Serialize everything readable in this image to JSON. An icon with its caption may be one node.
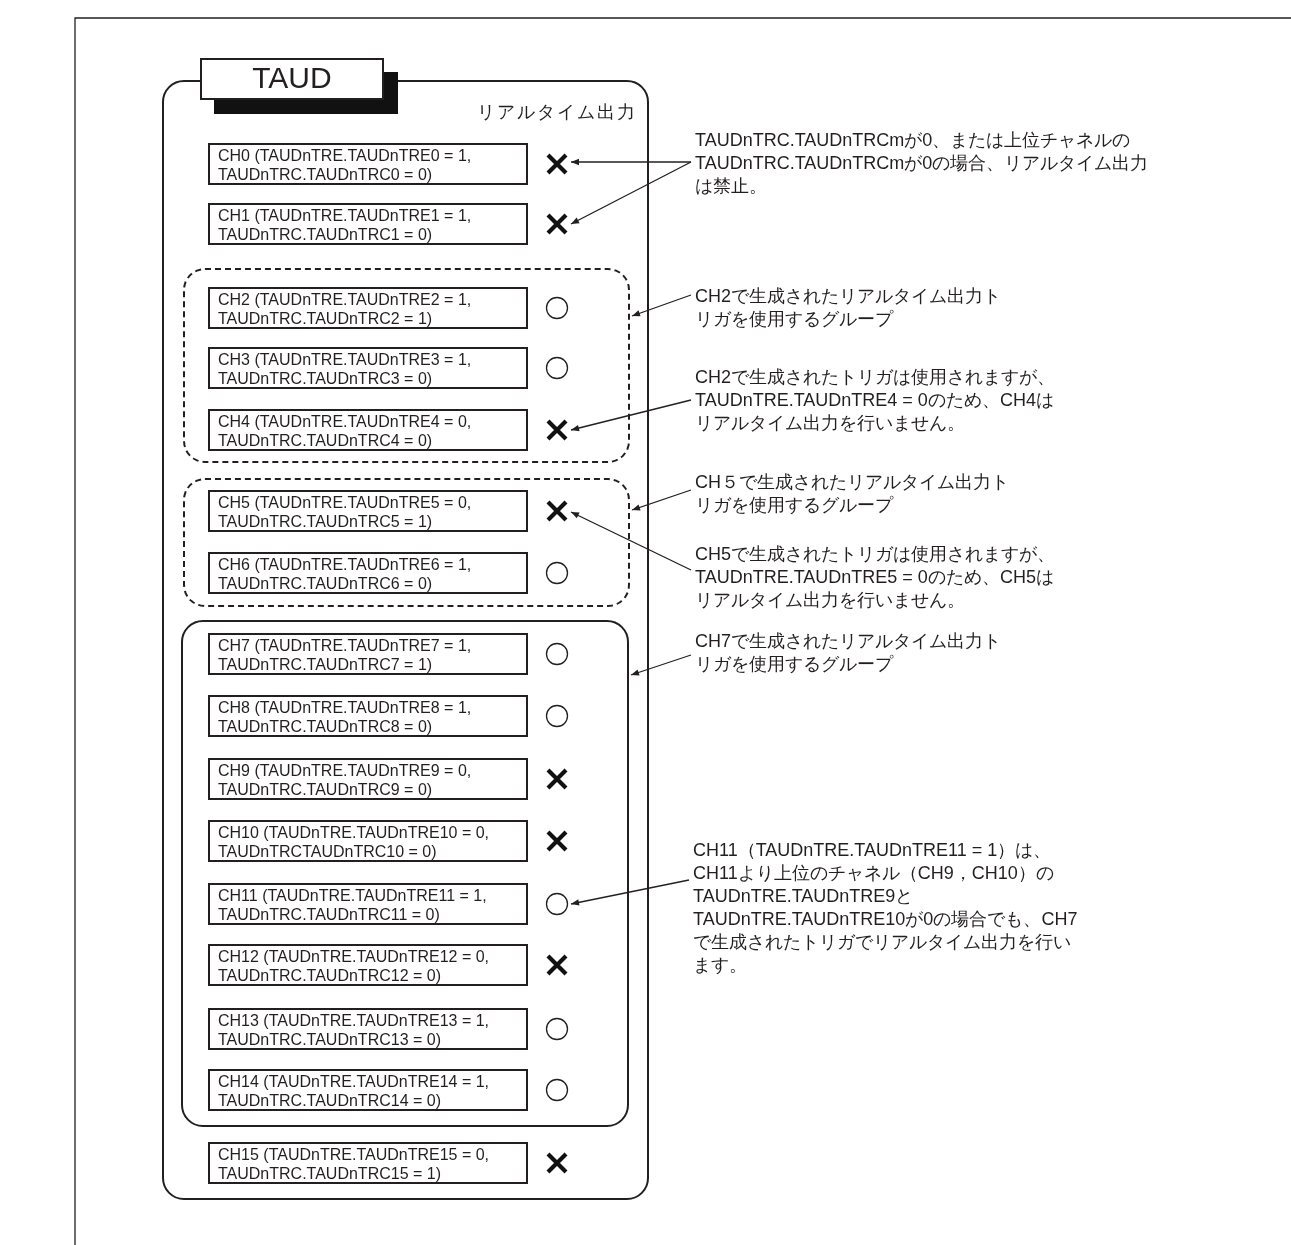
{
  "diagram": {
    "nodes": [
      {
        "text": [
          "TAUD",
          "リアルタイム出力"
        ]
      },
      {
        "text": [
          "CH0 (TAUDnTRE.TAUDnTRE0 = 1, TAUDnTRC.TAUDnTRC0 = 0)"
        ],
        "in": 0
      },
      {
        "text": [],
        "shape": "cross",
        "in": 0
      },
      {
        "text": [
          "CH1 (TAUDnTRE.TAUDnTRE1 = 1, TAUDnTRC.TAUDnTRC1 = 0)"
        ],
        "in": 0
      },
      {
        "text": [],
        "shape": "cross",
        "in": 0
      },
      {
        "text": [],
        "shape": "box",
        "in": 0
      },
      {
        "text": [
          "CH2 (TAUDnTRE.TAUDnTRE2 = 1, TAUDnTRC.TAUDnTRC2 = 1)"
        ],
        "in": 5
      },
      {
        "text": [],
        "shape": "circle",
        "in": 5
      },
      {
        "text": [
          "CH3 (TAUDnTRE.TAUDnTRE3 = 1, TAUDnTRC.TAUDnTRC3 = 0)"
        ],
        "in": 5
      },
      {
        "text": [],
        "shape": "circle",
        "in": 5
      },
      {
        "text": [
          "CH4 (TAUDnTRE.TAUDnTRE4 = 0, TAUDnTRC.TAUDnTRC4 = 0)"
        ],
        "in": 5
      },
      {
        "text": [],
        "shape": "cross",
        "in": 5
      },
      {
        "text": [],
        "shape": "box",
        "in": 0
      },
      {
        "text": [
          "CH5 (TAUDnTRE.TAUDnTRE5 = 0, TAUDnTRC.TAUDnTRC5 = 1)"
        ],
        "in": 12
      },
      {
        "text": [],
        "shape": "cross",
        "in": 12
      },
      {
        "text": [
          "CH6 (TAUDnTRE.TAUDnTRE6 = 1, TAUDnTRC.TAUDnTRC6 = 0)"
        ],
        "in": 12
      },
      {
        "text": [],
        "shape": "circle",
        "in": 12
      },
      {
        "text": [],
        "shape": "box",
        "in": 0
      },
      {
        "text": [
          "CH7 (TAUDnTRE.TAUDnTRE7 = 1, TAUDnTRC.TAUDnTRC7 = 1)"
        ],
        "in": 17
      },
      {
        "text": [],
        "shape": "circle",
        "in": 17
      },
      {
        "text": [
          "CH8 (TAUDnTRE.TAUDnTRE8 = 1, TAUDnTRC.TAUDnTRC8 = 0)"
        ],
        "in": 17
      },
      {
        "text": [],
        "shape": "circle",
        "in": 17
      },
      {
        "text": [
          "CH9 (TAUDnTRE.TAUDnTRE9 = 0, TAUDnTRC.TAUDnTRC9 = 0)"
        ],
        "in": 17
      },
      {
        "text": [],
        "shape": "cross",
        "in": 17
      },
      {
        "text": [
          "CH10 (TAUDnTRE.TAUDnTRE10 = 0, TAUDnTRCTAUDnTRC10 = 0)"
        ],
        "in": 17
      },
      {
        "text": [],
        "shape": "cross",
        "in": 17
      },
      {
        "text": [
          "CH11 (TAUDnTRE.TAUDnTRE11 = 1, TAUDnTRC.TAUDnTRC11 = 0)"
        ],
        "in": 17
      },
      {
        "text": [],
        "shape": "circle",
        "in": 17
      },
      {
        "text": [
          "CH12 (TAUDnTRE.TAUDnTRE12 = 0, TAUDnTRC.TAUDnTRC12 = 0)"
        ],
        "in": 17
      },
      {
        "text": [],
        "shape": "cross",
        "in": 17
      },
      {
        "text": [
          "CH13 (TAUDnTRE.TAUDnTRE13 = 1, TAUDnTRC.TAUDnTRC13 = 0)"
        ],
        "in": 17
      },
      {
        "text": [],
        "shape": "circle",
        "in": 17
      },
      {
        "text": [
          "CH14 (TAUDnTRE.TAUDnTRE14 = 1, TAUDnTRC.TAUDnTRC14 = 0)"
        ],
        "in": 17
      },
      {
        "text": [],
        "shape": "circle",
        "in": 17
      },
      {
        "text": [
          "CH15 (TAUDnTRE.TAUDnTRE15 = 0, TAUDnTRC.TAUDnTRC15 = 1)"
        ],
        "in": 0
      },
      {
        "text": [],
        "shape": "cross",
        "in": 0
      },
      {
        "text": [
          "TAUDnTRC.TAUDnTRCmが0、または上位チャネルのTAUDnTRC.TAUDnTRCmが0の場合、リアルタイム出力は禁止。"
        ]
      },
      {
        "text": [
          "CH2で生成されたリアルタイム出力トリガを使用するグループ"
        ]
      },
      {
        "text": [
          "CH2で生成されたトリガは使用されますが、TAUDnTRE.TAUDnTRE4 = 0のため、CH4はリアルタイム出力を行いません。"
        ]
      },
      {
        "text": [
          "CH５で生成されたリアルタイム出力トリガを使用するグループ"
        ]
      },
      {
        "text": [
          "CH5で生成されたトリガは使用されますが、TAUDnTRE.TAUDnTRE5 = 0のため、CH5はリアルタイム出力を行いません。"
        ]
      },
      {
        "text": [
          "CH7で生成されたリアルタイム出力トリガを使用するグループ"
        ]
      },
      {
        "text": [
          "CH11（TAUDnTRE.TAUDnTRE11 = 1）は、CH11より上位のチャネル（CH9，CH10）のTAUDnTRE.TAUDnTRE9とTAUDnTRE.TAUDnTRE10が0の場合でも、CH7で生成されたトリガでリアルタイム出力を行います。"
        ]
      }
    ],
    "edges": [
      {
        "from": 36,
        "to": 2,
        "arrow": "to"
      },
      {
        "from": 36,
        "to": 4,
        "arrow": "to"
      },
      {
        "from": 37,
        "to": 5,
        "arrow": "to"
      },
      {
        "from": 38,
        "to": 11,
        "arrow": "to"
      },
      {
        "from": 39,
        "to": 12,
        "arrow": "to"
      },
      {
        "from": 40,
        "to": 14,
        "arrow": "to"
      },
      {
        "from": 41,
        "to": 17,
        "arrow": "to"
      },
      {
        "from": 42,
        "to": 27,
        "arrow": "to"
      }
    ]
  }
}
